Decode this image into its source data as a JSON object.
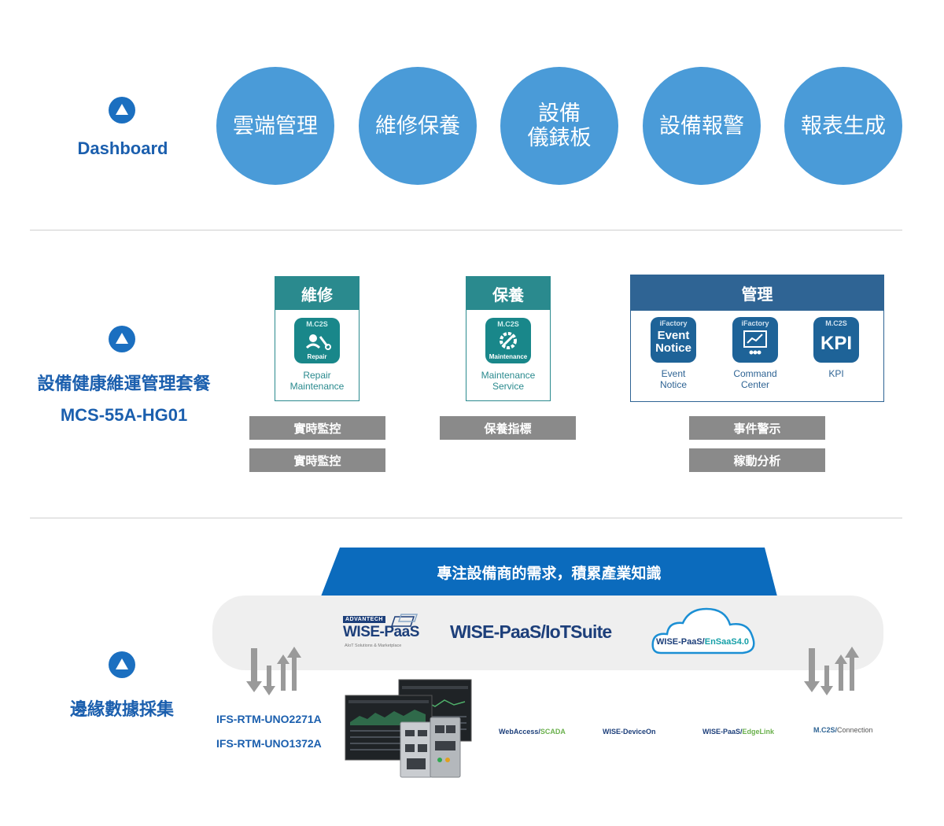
{
  "dashboard": {
    "label": "Dashboard",
    "circles": [
      {
        "line1": "雲端管理",
        "line2": ""
      },
      {
        "line1": "維修保養",
        "line2": ""
      },
      {
        "line1": "設備",
        "line2": "儀錶板"
      },
      {
        "line1": "設備報警",
        "line2": ""
      },
      {
        "line1": "報表生成",
        "line2": ""
      }
    ]
  },
  "package": {
    "title": "設備健康維運管理套餐",
    "model": "MCS-55A-HG01",
    "cards": {
      "repair": {
        "header": "維修",
        "icon_top": "M.C2S",
        "icon_bottom": "Repair",
        "caption1": "Repair",
        "caption2": "Maintenance"
      },
      "maintenance": {
        "header": "保養",
        "icon_top": "M.C2S",
        "icon_bottom": "Maintenance",
        "caption1": "Maintenance",
        "caption2": "Service"
      },
      "manage": {
        "header": "管理",
        "items": [
          {
            "icon_top": "iFactory",
            "icon_text1": "Event",
            "icon_text2": "Notice",
            "caption1": "Event",
            "caption2": "Notice"
          },
          {
            "icon_top": "iFactory",
            "icon_text1": "",
            "icon_text2": "",
            "caption1": "Command",
            "caption2": "Center"
          },
          {
            "icon_top": "M.C2S",
            "icon_text1": "KPI",
            "icon_text2": "",
            "caption1": "KPI",
            "caption2": ""
          }
        ]
      }
    },
    "bars": {
      "repair": [
        "實時監控",
        "實時監控"
      ],
      "maintenance": [
        "保養指標"
      ],
      "manage": [
        "事件警示",
        "稼動分析"
      ]
    }
  },
  "edge": {
    "title": "邊緣數據採集",
    "banner": "專注設備商的需求，積累產業知識",
    "platform": {
      "advantech": "ADVANTECH",
      "wise_paas": "WISE-PaaS",
      "wise_paas_sub": "AIoT Solutions & Marketplace",
      "iotsuite": "WISE-PaaS/IoTSuite",
      "ensaas_a": "WISE-PaaS/",
      "ensaas_b": "EnSaaS4.0"
    },
    "models": [
      "IFS-RTM-UNO2271A",
      "IFS-RTM-UNO1372A"
    ],
    "software": [
      {
        "a": "WebAccess/",
        "b": "SCADA"
      },
      {
        "a": "WISE-DeviceOn",
        "b": ""
      },
      {
        "a": "WISE-PaaS/",
        "b": "EdgeLink"
      },
      {
        "a": "M.C2S/",
        "b": "Connection"
      }
    ]
  },
  "colors": {
    "circle": "#4a9bd8",
    "label_blue": "#1b5fae",
    "teal_header": "#2a8a8e",
    "navy_header": "#2f6494",
    "gray_bar": "#8a8a8a",
    "banner_blue": "#0b6bbd"
  }
}
